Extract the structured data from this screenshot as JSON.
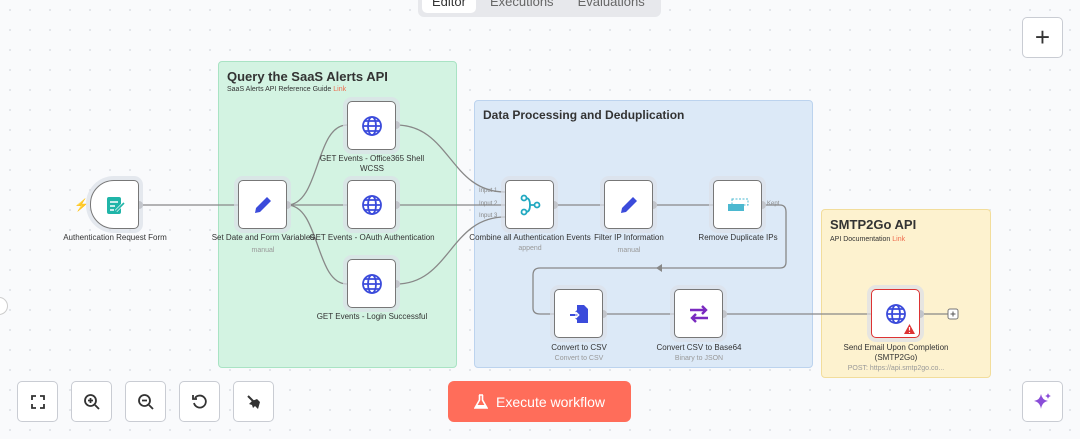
{
  "tabs": [
    "Editor",
    "Executions",
    "Evaluations"
  ],
  "groups": {
    "query": {
      "title": "Query the SaaS Alerts API",
      "subtitle": "SaaS Alerts API Reference Guide",
      "link": "Link"
    },
    "processing": {
      "title": "Data Processing and Deduplication"
    },
    "smtp": {
      "title": "SMTP2Go API",
      "subtitle": "API Documentation",
      "link": "Link"
    }
  },
  "nodes": {
    "form": {
      "label": "Authentication Request Form",
      "icon": "form-icon"
    },
    "setdate": {
      "label": "Set Date and Form Variables",
      "sub": "manual",
      "icon": "pencil-icon"
    },
    "o365": {
      "label": "GET Events - Office365 Shell WCSS",
      "icon": "globe-icon"
    },
    "oauth": {
      "label": "GET Events - OAuth Authentication",
      "icon": "globe-icon"
    },
    "login": {
      "label": "GET Events - Login Successful",
      "icon": "globe-icon"
    },
    "combine": {
      "label": "Combine all Authentication Events",
      "sub": "append",
      "icon": "merge-icon",
      "inputs": [
        "Input 1",
        "Input 2",
        "Input 3"
      ]
    },
    "filter": {
      "label": "Filter IP Information",
      "sub": "manual",
      "icon": "pencil-icon"
    },
    "dedupe": {
      "label": "Remove Duplicate IPs",
      "icon": "dedupe-icon",
      "output": "Kept"
    },
    "csv": {
      "label": "Convert to CSV",
      "sub": "Convert to CSV",
      "icon": "file-convert-icon"
    },
    "b64": {
      "label": "Convert CSV to Base64",
      "sub": "Binary to JSON",
      "icon": "arrows-icon"
    },
    "email": {
      "label": "Send Email Upon Completion (SMTP2Go)",
      "sub": "POST: https://api.smtp2go.co...",
      "icon": "globe-icon",
      "status": "warning"
    }
  },
  "execute_label": "Execute workflow",
  "colors": {
    "accent": "#ff6d5a",
    "node_icon": "#3b4bdb",
    "error": "#dd3333"
  }
}
